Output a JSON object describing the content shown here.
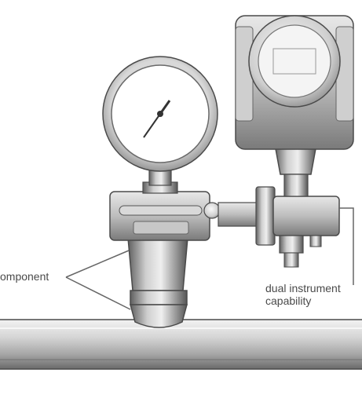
{
  "labels": {
    "left_component": "omponent",
    "right_line1": "dual instrument",
    "right_line2": "capability"
  },
  "colors": {
    "background": "#ffffff",
    "metal_light": "#e2e2e2",
    "metal_mid": "#b5b5b5",
    "metal_dark": "#6e6e6e",
    "outline": "#4a4a4a",
    "callout_line": "#666666"
  },
  "icons": [
    "pressure-gauge-icon",
    "needle-icon",
    "transmitter-icon"
  ]
}
